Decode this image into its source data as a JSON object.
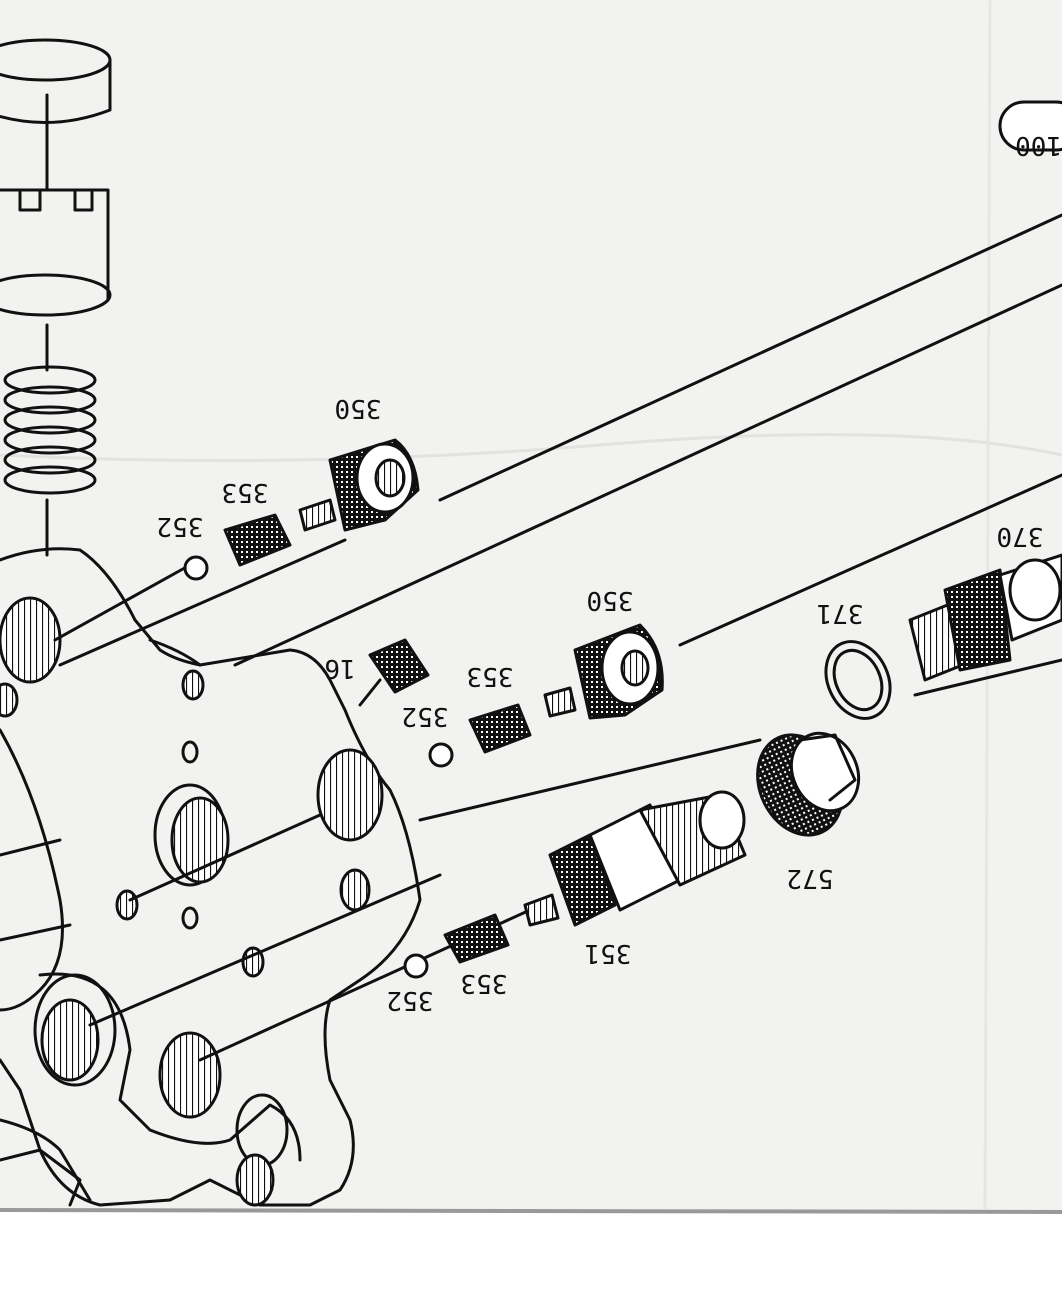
{
  "labels": {
    "ref_100": "100",
    "l350_top": "350",
    "l353_top": "353",
    "l352_top": "352",
    "l16": "16",
    "l350_mid": "350",
    "l353_mid": "353",
    "l352_mid": "352",
    "l371": "371",
    "l370": "370",
    "l572": "572",
    "l351": "351",
    "l353_bot": "353",
    "l352_bot": "352"
  },
  "colors": {
    "paper": "#f2f2f0",
    "ink": "#111111",
    "lower_margin": "#ffffff"
  }
}
